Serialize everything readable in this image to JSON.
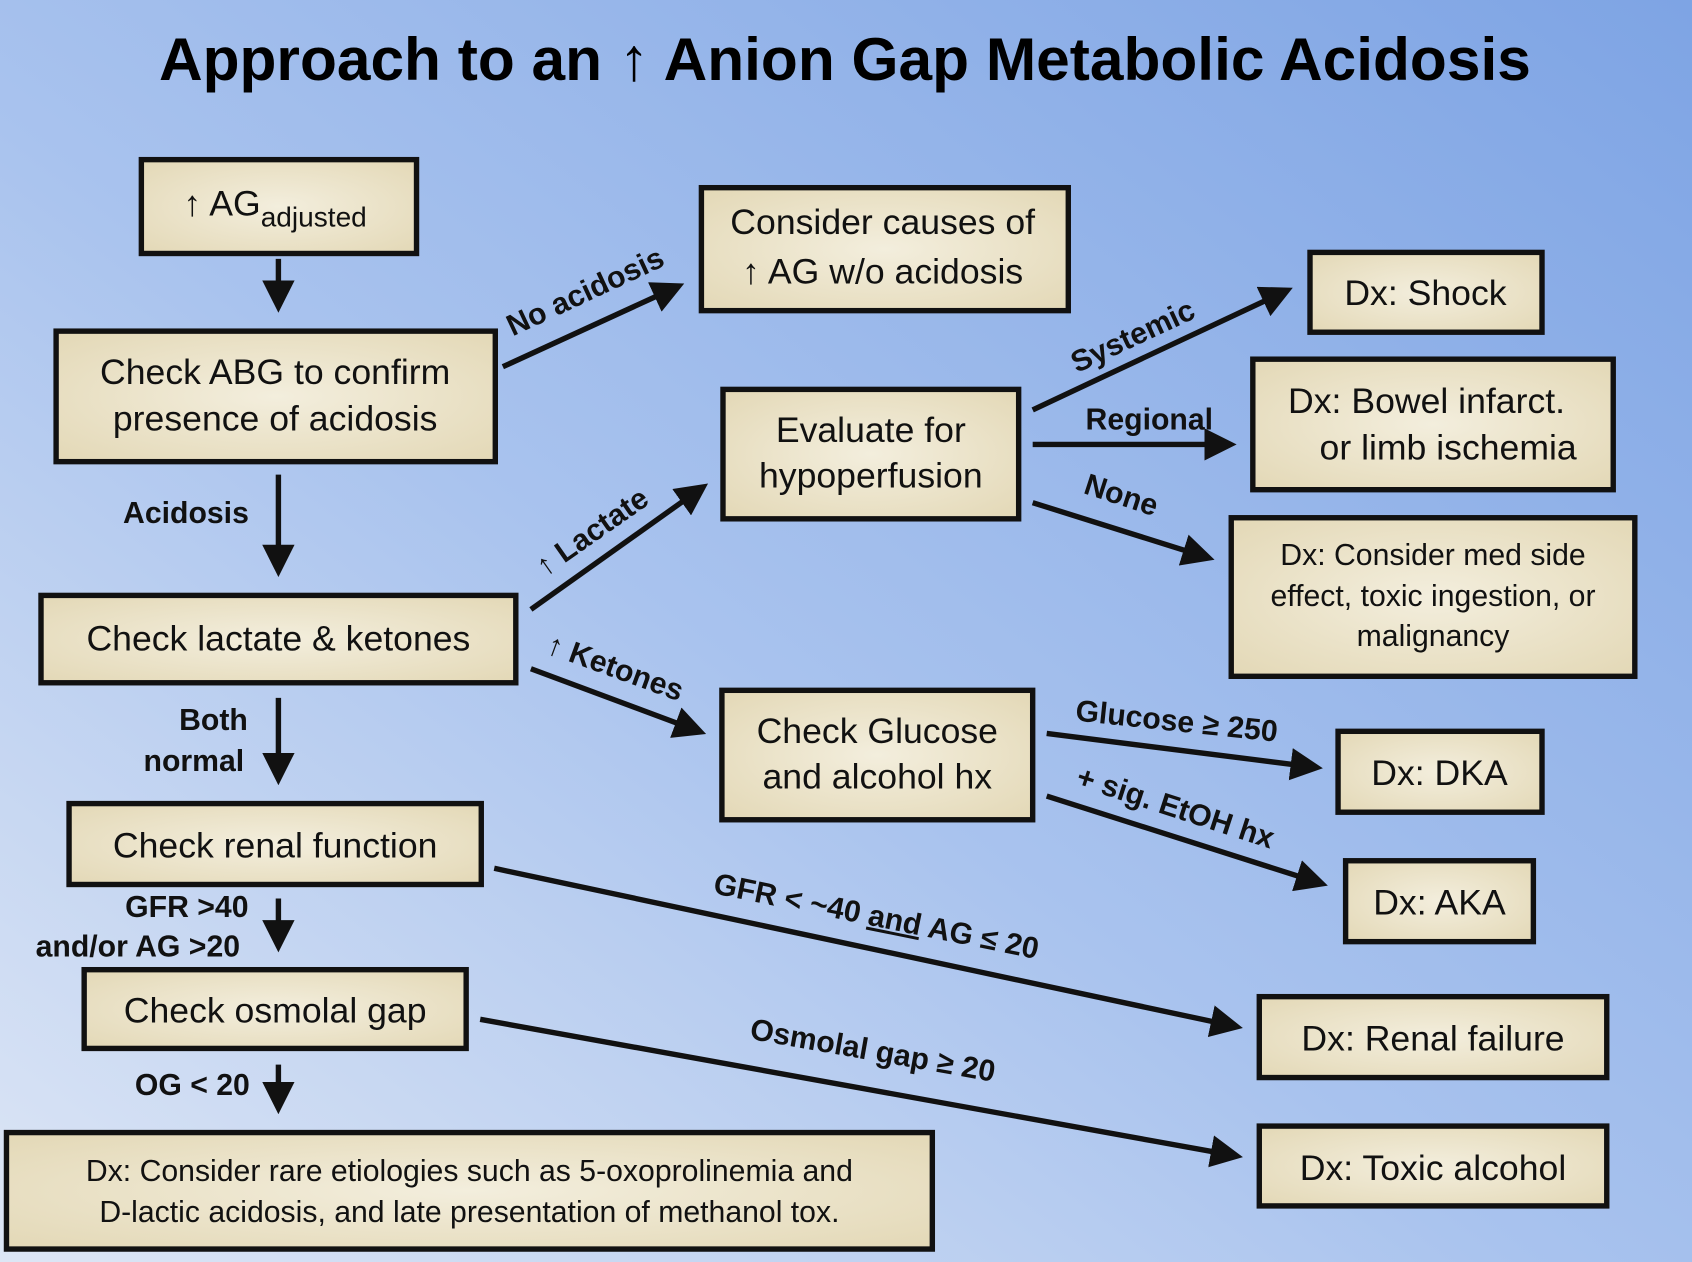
{
  "title": "Approach to an ↑ Anion Gap Metabolic Acidosis",
  "boxes": {
    "ag": {
      "arrow": "↑ AG",
      "sub": "adjusted"
    },
    "abg": [
      "Check ABG to confirm",
      "presence of acidosis"
    ],
    "causes": [
      "Consider causes of",
      "↑ AG w/o acidosis"
    ],
    "lactate_ketones": "Check lactate & ketones",
    "hypoperfusion": [
      "Evaluate for",
      "hypoperfusion"
    ],
    "shock": "Dx: Shock",
    "bowel": [
      "Dx: Bowel infarct.",
      "or limb ischemia"
    ],
    "med": [
      "Dx: Consider med side",
      "effect, toxic ingestion, or",
      "malignancy"
    ],
    "glucose": [
      "Check Glucose",
      "and alcohol hx"
    ],
    "dka": "Dx: DKA",
    "aka": "Dx: AKA",
    "renal": "Check renal function",
    "renal_failure": "Dx: Renal failure",
    "osmolal": "Check osmolal gap",
    "toxic": "Dx: Toxic alcohol",
    "rare": [
      "Dx: Consider rare etiologies such as 5-oxoprolinemia and",
      "D-lactic acidosis, and late presentation of methanol tox."
    ]
  },
  "labels": {
    "no_acidosis": "No acidosis",
    "acidosis": "Acidosis",
    "lactate": "↑ Lactate",
    "ketones": "↑ Ketones",
    "both_normal": [
      "Both",
      "normal"
    ],
    "systemic": "Systemic",
    "regional": "Regional",
    "none": "None",
    "glucose250": "Glucose ≥ 250",
    "etoh": "+ sig. EtOH hx",
    "gfr40": [
      "GFR >40",
      "and/or AG >20"
    ],
    "gfr_lt": {
      "a": "GFR < ~40 ",
      "and": "and",
      "b": " AG ≤ 20"
    },
    "og_lt": "OG < 20",
    "og_ge": "Osmolal gap ≥ 20"
  }
}
